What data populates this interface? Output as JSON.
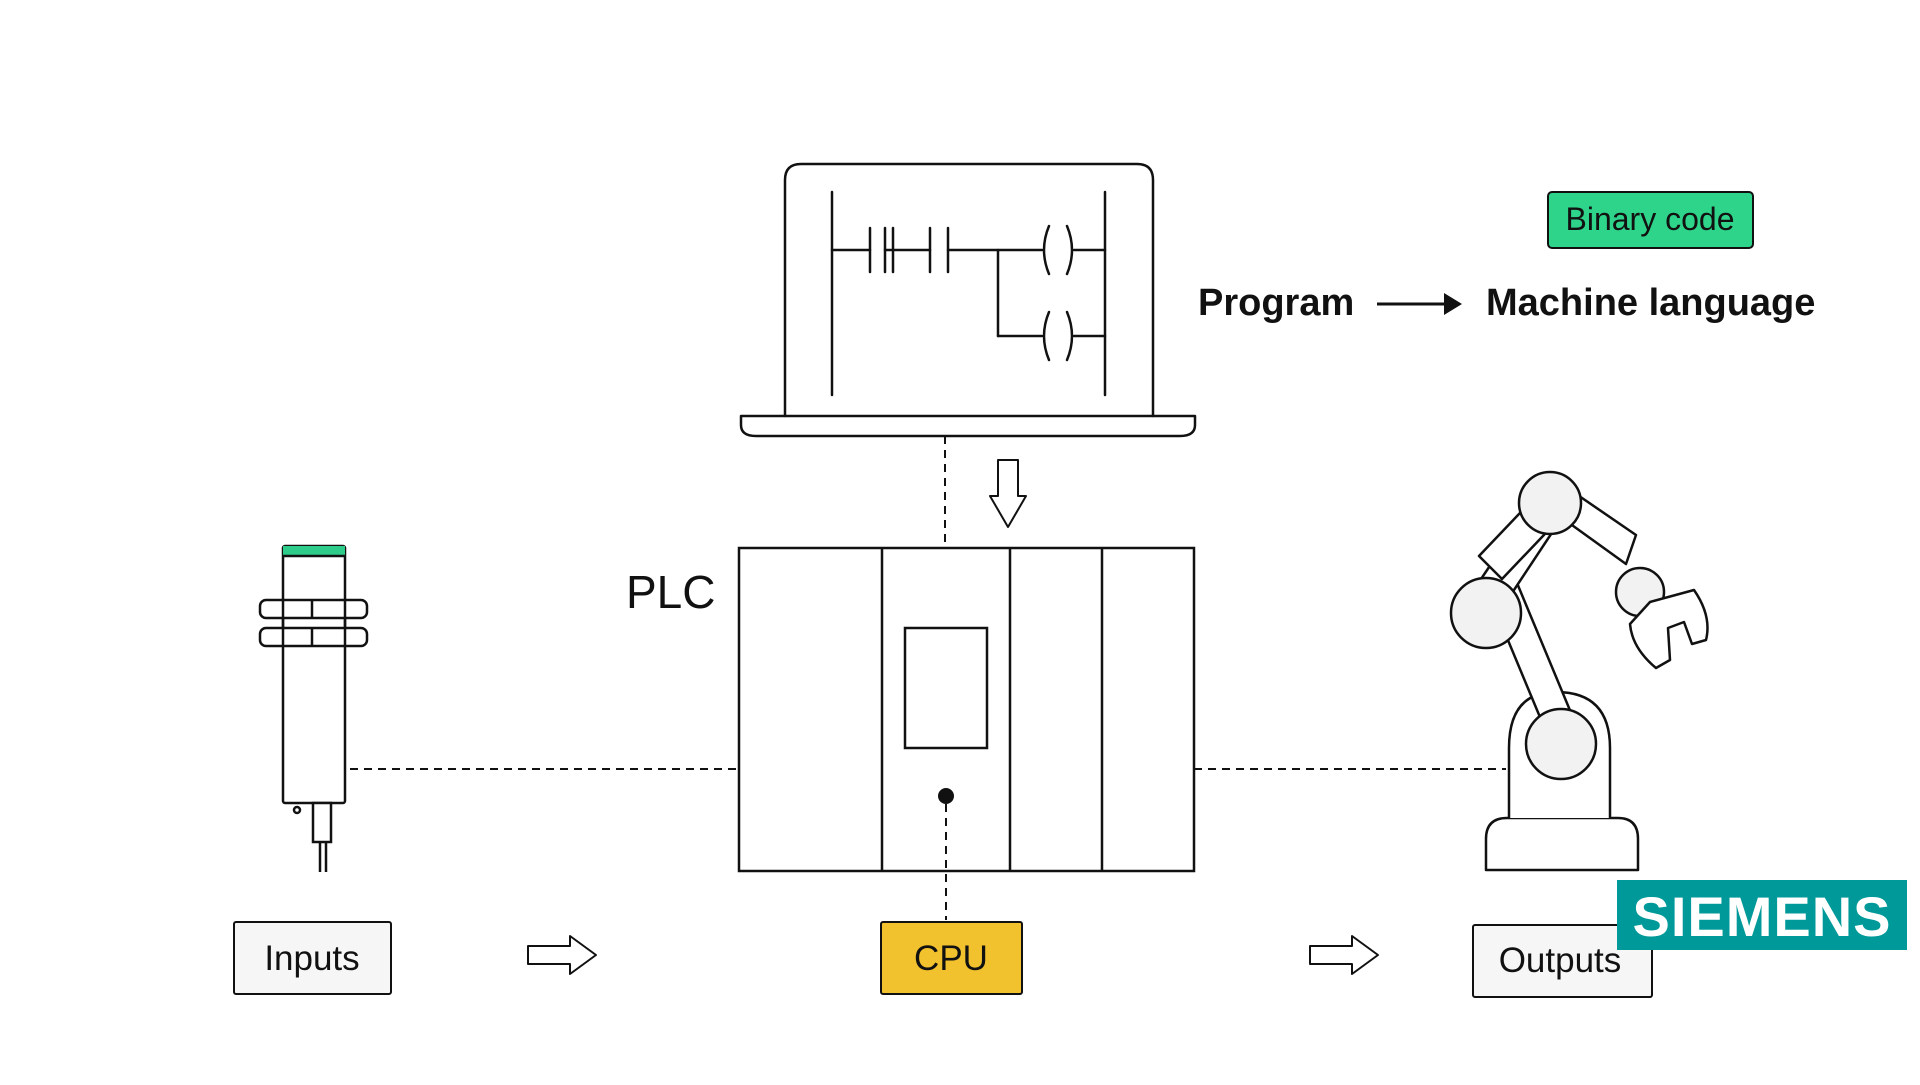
{
  "labels": {
    "binary_code": "Binary code",
    "program": "Program",
    "machine_language": "Machine language",
    "plc": "PLC",
    "inputs": "Inputs",
    "cpu": "CPU",
    "outputs": "Outputs"
  },
  "logo": {
    "text": "SIEMENS"
  },
  "colors": {
    "binary_code_fill": "#2ed48a",
    "cpu_fill": "#f2c12e",
    "sensor_cap": "#2ecc8b",
    "siemens_teal": "#009999",
    "stroke": "#111111",
    "joint_fill": "#f2f2f2",
    "label_fill": "#f6f6f6"
  },
  "icons": [
    "laptop-ladder-icon",
    "plc-rack-icon",
    "proximity-sensor-icon",
    "robot-arm-icon",
    "down-arrow-icon",
    "right-arrow-icon"
  ]
}
